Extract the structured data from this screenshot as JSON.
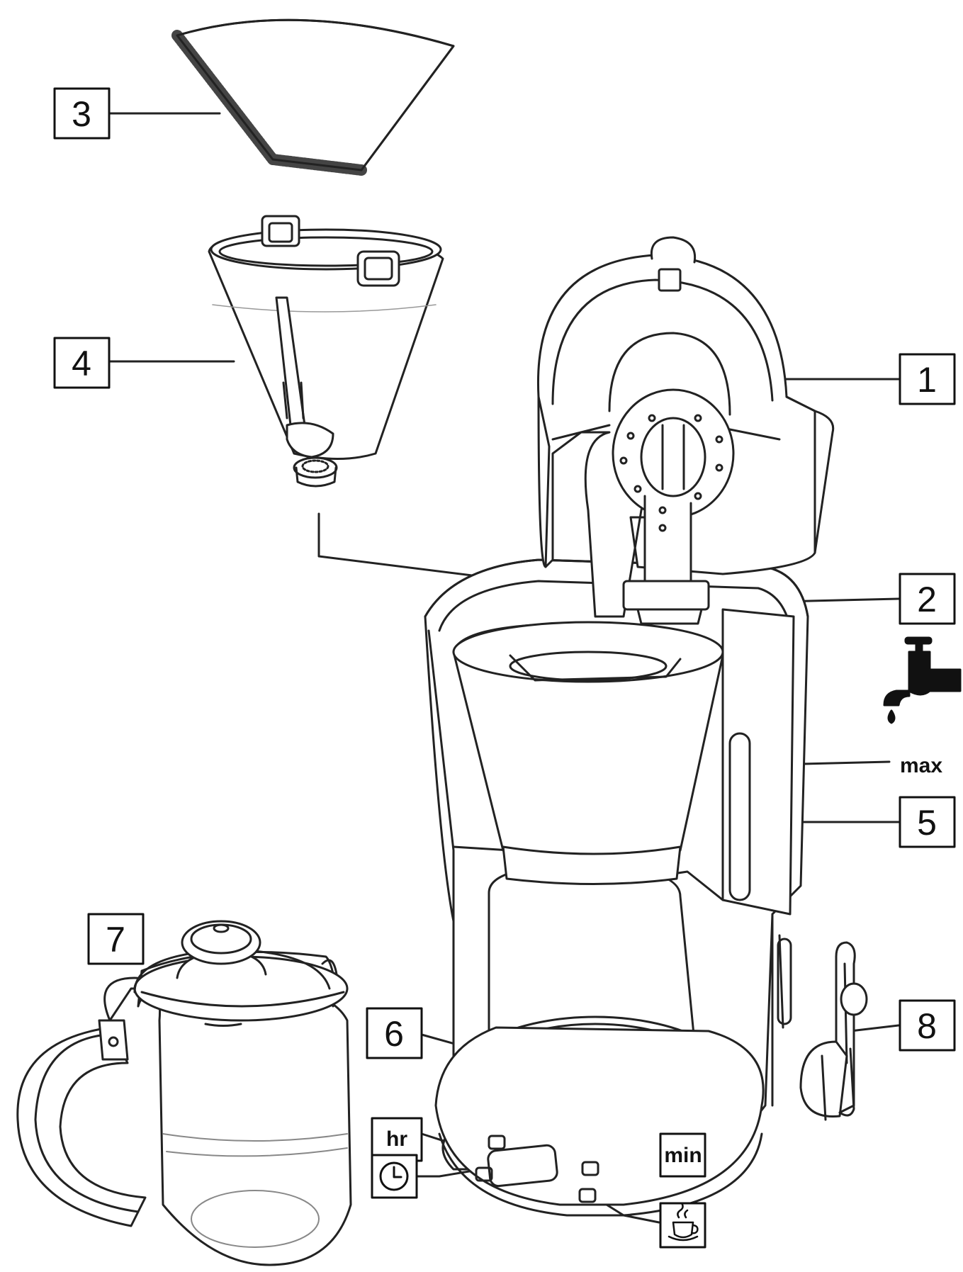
{
  "callouts": {
    "c1": "1",
    "c2": "2",
    "c3": "3",
    "c4": "4",
    "c5": "5",
    "c6": "6",
    "c7": "7",
    "c8": "8"
  },
  "annotations": {
    "max": "max"
  },
  "controls": {
    "hr": "hr",
    "min": "min"
  },
  "icons": {
    "tap": "water-tap-icon",
    "clock": "clock-icon",
    "cup": "coffee-cup-icon"
  }
}
